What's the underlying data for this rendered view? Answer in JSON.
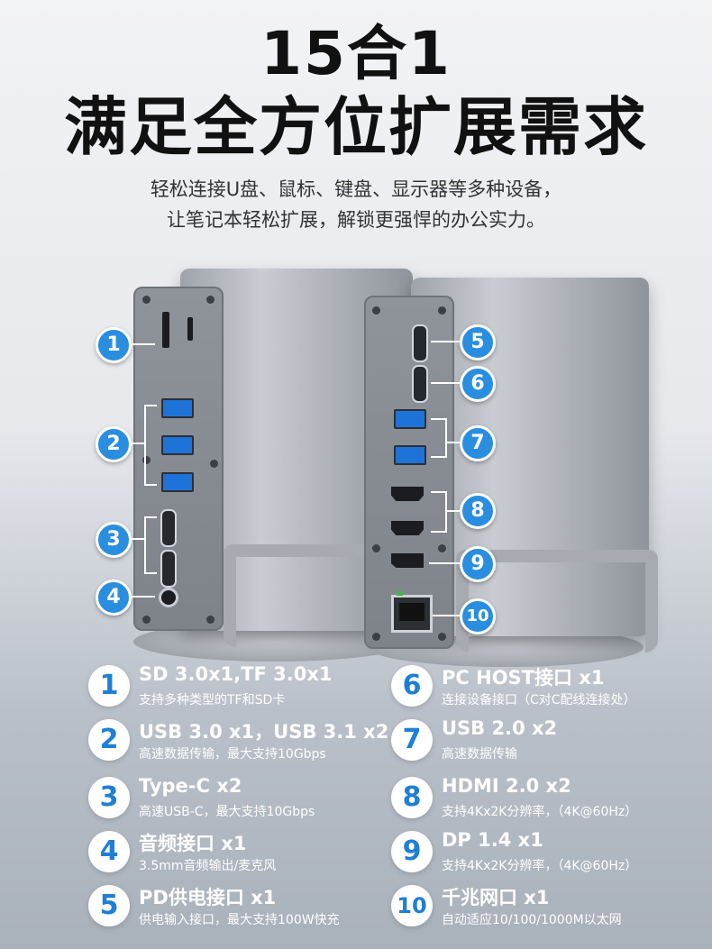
{
  "header": {
    "title": "15合1",
    "subtitle": "满足全方位扩展需求",
    "desc_line1": "轻松连接U盘、鼠标、键盘、显示器等多种设备，",
    "desc_line2": "让笔记本轻松扩展，解锁更强悍的办公实力。"
  },
  "callouts": [
    "1",
    "2",
    "3",
    "4",
    "5",
    "6",
    "7",
    "8",
    "9",
    "10"
  ],
  "specs": [
    {
      "num": "1",
      "title": "SD 3.0x1,TF 3.0x1",
      "desc": "支持多种类型的TF和SD卡"
    },
    {
      "num": "2",
      "title": "USB 3.0 x1，USB 3.1 x2",
      "desc": "高速数据传输，最大支持10Gbps"
    },
    {
      "num": "3",
      "title": "Type-C x2",
      "desc": "高速USB-C，最大支持10Gbps"
    },
    {
      "num": "4",
      "title": "音频接口 x1",
      "desc": "3.5mm音频输出/麦克风"
    },
    {
      "num": "5",
      "title": "PD供电接口 x1",
      "desc": "供电输入接口，最大支持100W快充"
    },
    {
      "num": "6",
      "title": "PC HOST接口 x1",
      "desc": "连接设备接口（C对C配线连接处）"
    },
    {
      "num": "7",
      "title": "USB 2.0 x2",
      "desc": "高速数据传输"
    },
    {
      "num": "8",
      "title": "HDMI 2.0 x2",
      "desc": "支持4Kx2K分辨率，（4K@60Hz）"
    },
    {
      "num": "9",
      "title": "DP 1.4 x1",
      "desc": "支持4Kx2K分辨率，（4K@60Hz）"
    },
    {
      "num": "10",
      "title": "千兆网口 x1",
      "desc": "自动适应10/100/1000M以太网"
    }
  ],
  "colors": {
    "accent": "#2a8ee0",
    "number": "#1f7fd6",
    "usb": "#1e73d8"
  }
}
